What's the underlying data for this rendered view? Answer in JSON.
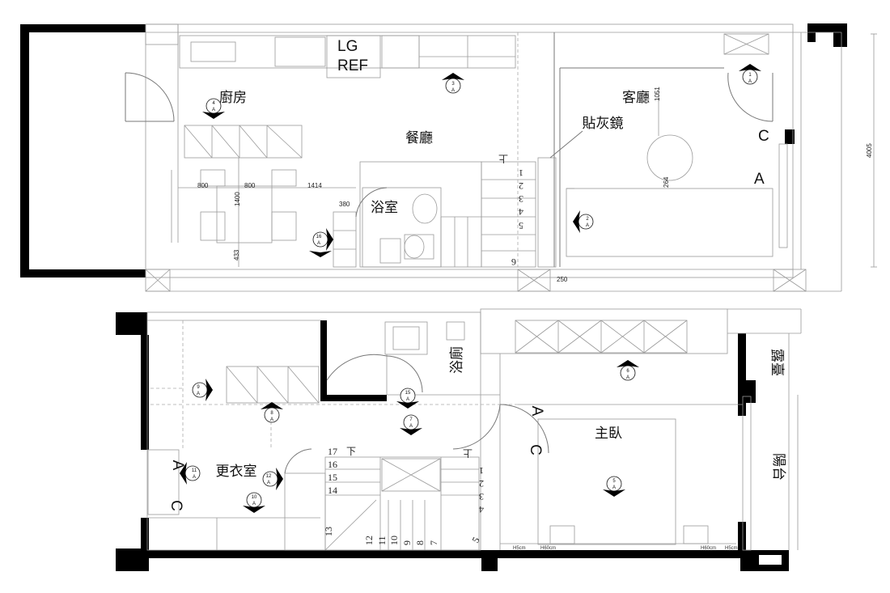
{
  "upper_plan": {
    "rooms": {
      "kitchen": "廚房",
      "dining": "餐廳",
      "bathroom": "浴室",
      "living": "客廳",
      "mirror_note": "貼灰鏡"
    },
    "fridge_label_1": "LG",
    "fridge_label_2": "REF",
    "section_letters": {
      "c": "C",
      "a": "A"
    },
    "dimensions": {
      "d800a": "800",
      "d800b": "800",
      "d1414": "1414",
      "d1400": "1400",
      "d380": "380",
      "d433": "433",
      "d250": "250",
      "d1051": "1051",
      "d264": "264",
      "d4005": "4005"
    },
    "stair_steps": [
      "1",
      "2",
      "3",
      "4",
      "5",
      "6"
    ],
    "stair_up_mark": "上",
    "markers": [
      {
        "n": "4",
        "s": "A"
      },
      {
        "n": "3",
        "s": "A"
      },
      {
        "n": "1",
        "s": "A"
      },
      {
        "n": "2",
        "s": "A"
      },
      {
        "n": "16",
        "s": "A"
      }
    ]
  },
  "lower_plan": {
    "rooms": {
      "walk_in_closet": "更衣室",
      "bathroom": "浴廁",
      "master_bedroom": "主臥",
      "terrace": "露臺",
      "balcony": "陽台"
    },
    "section_letters": {
      "a1": "A",
      "c1": "C",
      "a2": "A",
      "c2": "C"
    },
    "stair_left_steps": [
      "17",
      "16",
      "15",
      "14"
    ],
    "stair_down_mark": "下",
    "stair_up_mark": "上",
    "stair_right_steps": [
      "1",
      "2",
      "3",
      "4"
    ],
    "stair_bottom_steps": [
      "13",
      "12",
      "11",
      "10",
      "9",
      "8",
      "7"
    ],
    "stair_corner_step": "5",
    "height_notes": {
      "h1": "H5cm",
      "h2": "H60cm",
      "h3": "H60cm",
      "h4": "H5cm"
    },
    "markers": [
      {
        "n": "9",
        "s": "A"
      },
      {
        "n": "8",
        "s": "A"
      },
      {
        "n": "15",
        "s": "A"
      },
      {
        "n": "7",
        "s": "A"
      },
      {
        "n": "6",
        "s": "A"
      },
      {
        "n": "11",
        "s": "A"
      },
      {
        "n": "12",
        "s": "A"
      },
      {
        "n": "10",
        "s": "A"
      },
      {
        "n": "5",
        "s": "A"
      }
    ]
  }
}
